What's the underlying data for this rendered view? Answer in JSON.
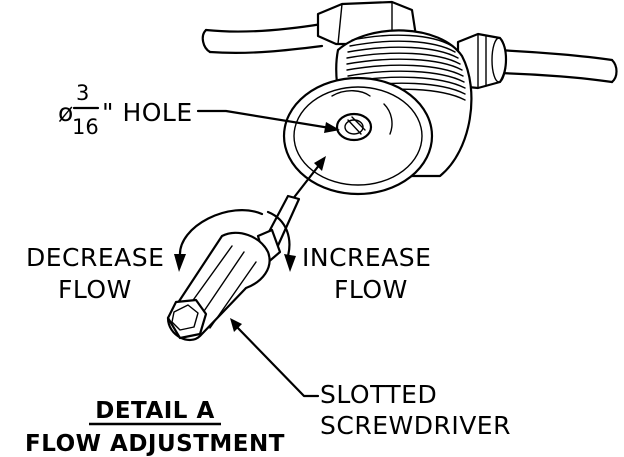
{
  "figure": {
    "hole_label": {
      "diameter_symbol": "ø",
      "numerator": "3",
      "denominator": "16",
      "suffix": "\" HOLE"
    },
    "decrease": {
      "line1": "DECREASE",
      "line2": "FLOW"
    },
    "increase": {
      "line1": "INCREASE",
      "line2": "FLOW"
    },
    "screwdriver": {
      "line1": "SLOTTED",
      "line2": "SCREWDRIVER"
    },
    "title": {
      "line1": "DETAIL A",
      "line2": "FLOW ADJUSTMENT"
    }
  }
}
